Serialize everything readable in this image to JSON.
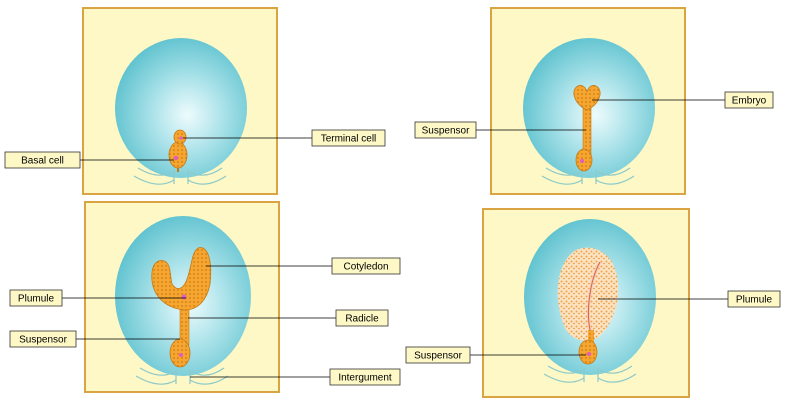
{
  "colors": {
    "panel_fill": "#fdf8c6",
    "panel_border": "#d9a441",
    "ovule_fill": "#5cc3cf",
    "ovule_center": "#e6f8fa",
    "embryo_fill": "#f2a12a",
    "embryo_dots": "#d47a10",
    "nucleus": "#e25bbf",
    "integument_line": "#8cc9c9",
    "label_fill": "#fdf8c6",
    "label_border": "#333333"
  },
  "stages": [
    {
      "labels": {
        "terminal_cell": "Terminal cell",
        "basal_cell": "Basal cell"
      }
    },
    {
      "labels": {
        "embryo": "Embryo",
        "suspensor": "Suspensor"
      }
    },
    {
      "labels": {
        "cotyledon": "Cotyledon",
        "plumule": "Plumule",
        "radicle": "Radicle",
        "suspensor": "Suspensor",
        "integument": "Intergument"
      }
    },
    {
      "labels": {
        "plumule": "Plumule",
        "suspensor": "Suspensor"
      }
    }
  ]
}
